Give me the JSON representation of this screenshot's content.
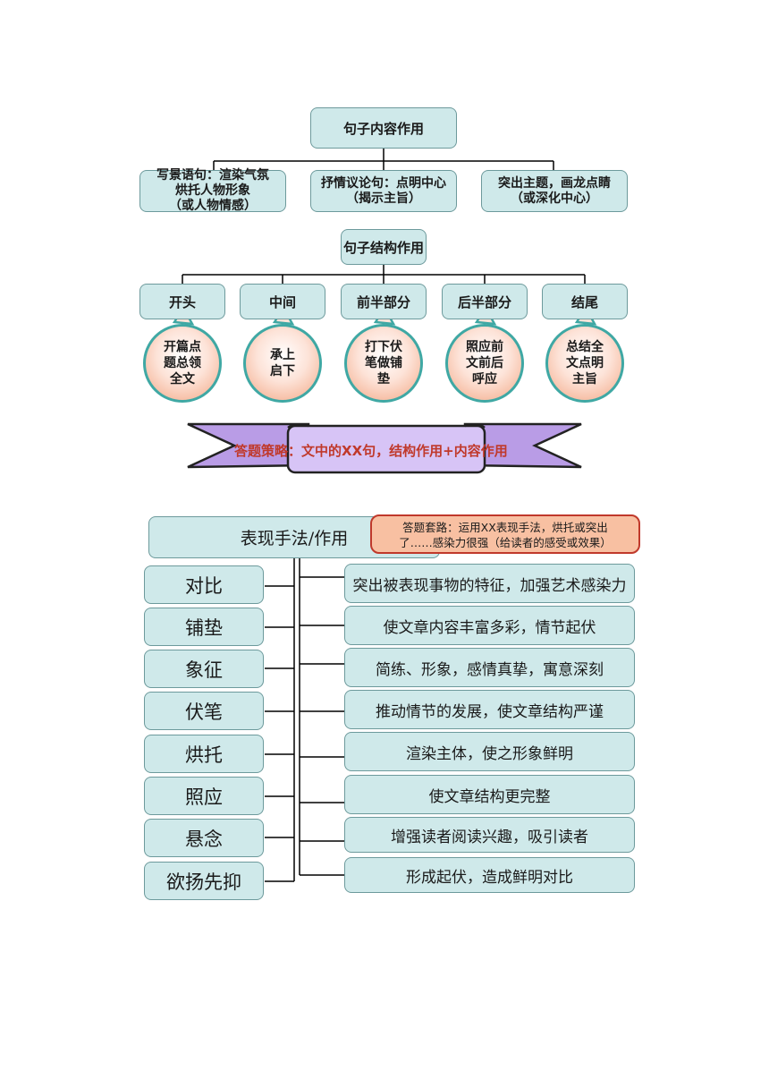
{
  "section1": {
    "root": "句子内容作用",
    "children": [
      "写景语句：渲染气氛\n烘托人物形象\n（或人物情感）",
      "抒情议论句：点明中心\n（揭示主旨）",
      "突出主题，画龙点睛\n（或深化中心）"
    ]
  },
  "section2": {
    "root": "句子结构作用",
    "children": [
      "开头",
      "中间",
      "前半部分",
      "后半部分",
      "结尾"
    ],
    "bubbles": [
      "开篇点\n题总领\n全文",
      "承上\n启下",
      "打下伏\n笔做铺\n垫",
      "照应前\n文前后\n呼应",
      "总结全\n文点明\n主旨"
    ],
    "banner": "答题策略：文中的XX句，结构作用+内容作用"
  },
  "section3": {
    "root": "表现手法/作用",
    "callout": "答题套路：运用XX表现手法，烘托或突出\n了……感染力很强（给读者的感受或效果）",
    "techniques": [
      "对比",
      "铺垫",
      "象征",
      "伏笔",
      "烘托",
      "照应",
      "悬念",
      "欲扬先抑"
    ],
    "effects": [
      "突出被表现事物的特征，加强艺术感染力",
      "使文章内容丰富多彩，情节起伏",
      "简练、形象，感情真挚，寓意深刻",
      "推动情节的发展，使文章结构严谨",
      "渲染主体，使之形象鲜明",
      "使文章结构更完整",
      "增强读者阅读兴趣，吸引读者",
      "形成起伏，造成鲜明对比"
    ]
  },
  "colors": {
    "box_fill": "#cfe9ea",
    "box_border": "#6d9a9c",
    "bubble_border": "#3fa8a4",
    "bubble_fill": "#f2a683",
    "banner_fill": "#c9b2f0",
    "banner_text": "#c0392b",
    "callout_fill": "#f8c0a2"
  }
}
